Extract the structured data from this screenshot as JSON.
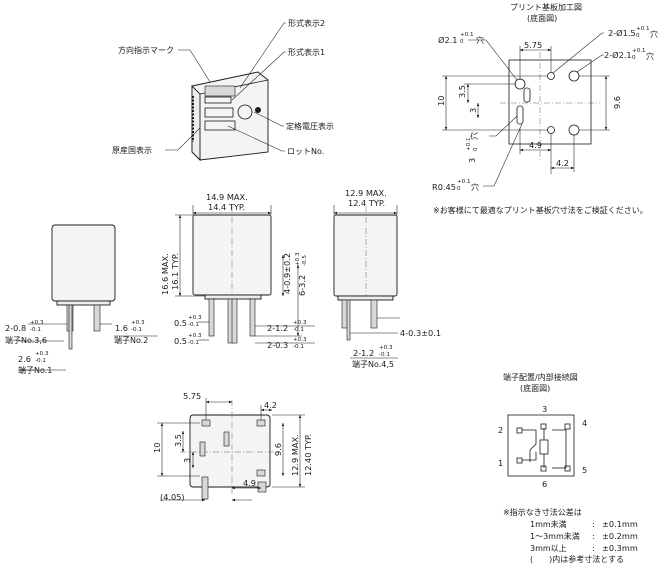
{
  "callouts": {
    "direction_mark": "方向指示マーク",
    "type_display_2": "形式表示2",
    "type_display_1": "形式表示1",
    "rated_voltage": "定格電圧表示",
    "origin_country": "原産国表示",
    "lot_no": "ロットNo."
  },
  "pcb": {
    "title": "プリント基板加工図",
    "subtitle": "(底面図)",
    "hole_1": "Ø2.1",
    "hole_1_tol": "+0.1",
    "hole_1_tol2": "0",
    "hole_1_unit": "穴",
    "hole_2": "2-Ø1.5",
    "hole_2_tol": "+0.1",
    "hole_2_tol2": "0",
    "hole_2_unit": "穴",
    "hole_3": "2-Ø2.1",
    "hole_3_tol": "+0.1",
    "hole_3_tol2": "0",
    "hole_3_unit": "穴",
    "slot": "3",
    "slot_tol": "+0.1",
    "slot_tol2": "0",
    "slot_unit": "穴",
    "radius": "R0.45",
    "radius_tol": "+0.1",
    "radius_tol2": "0",
    "radius_unit": "穴",
    "d_575": "5.75",
    "d_10": "10",
    "d_35": "3.5",
    "d_3": "3",
    "d_96": "9.6",
    "d_49": "4.9",
    "d_42": "4.2",
    "note": "※お客様にて最適なプリント基板穴寸法をご検証ください。"
  },
  "front": {
    "w_max": "14.9 MAX.",
    "w_typ": "14.4 TYP.",
    "h_max": "16.6 MAX.",
    "h_typ": "16.1 TYP.",
    "pin_h": "4-0.9±0.2",
    "pin_len": "6-3.2",
    "pin_len_tol": "+0.3",
    "pin_len_tol2": "-0.5",
    "t05a": "0.5",
    "t05a_tol": "+0.3",
    "t05a_tol2": "-0.1",
    "t05b": "0.5",
    "t05b_tol": "+0.3",
    "t05b_tol2": "-0.1",
    "t12": "2-1.2",
    "t12_tol": "+0.3",
    "t12_tol2": "-0.1",
    "t03": "2-0.3",
    "t03_tol": "+0.3",
    "t03_tol2": "-0.1"
  },
  "left": {
    "t08": "2-0.8",
    "t08_tol": "+0.3",
    "t08_tol2": "-0.1",
    "term36": "端子No.3,6",
    "t16": "1.6",
    "t16_tol": "+0.3",
    "t16_tol2": "-0.1",
    "term2": "端子No.2",
    "t26": "2.6",
    "t26_tol": "+0.3",
    "t26_tol2": "-0.1",
    "term1": "端子No.1"
  },
  "side": {
    "w_max": "12.9 MAX.",
    "w_typ": "12.4 TYP.",
    "t04": "4-0.3±0.1",
    "t12": "2-1.2",
    "t12_tol": "+0.3",
    "t12_tol2": "-0.1",
    "term45": "端子No.4,5"
  },
  "bottom": {
    "d_575": "5.75",
    "d_42": "4.2",
    "d_10": "10",
    "d_35": "3.5",
    "d_3": "3",
    "d_96": "9.6",
    "h_max": "12.9 MAX.",
    "h_typ": "12.40 TYP.",
    "d_49": "4.9",
    "d_405": "(4.05)"
  },
  "schematic": {
    "title": "端子配置/内部接続図",
    "subtitle": "(底面図)",
    "pins": [
      "3",
      "4",
      "2",
      "1",
      "5",
      "6"
    ]
  },
  "tolerance": {
    "title": "※指示なき寸法公差は",
    "rows": [
      {
        "range": "1mm未満",
        "colon": ":",
        "value": "±0.1mm"
      },
      {
        "range": "1～3mm未満",
        "colon": ":",
        "value": "±0.2mm"
      },
      {
        "range": "3mm以上",
        "colon": ":",
        "value": "±0.3mm"
      }
    ],
    "ref_note": "(　　)内は参考寸法とする"
  }
}
